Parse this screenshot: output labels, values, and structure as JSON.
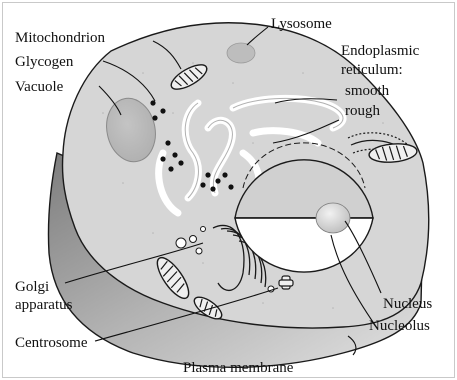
{
  "diagram": {
    "labels": {
      "mitochondrion": "Mitochondrion",
      "glycogen": "Glycogen",
      "vacuole": "Vacuole",
      "lysosome": "Lysosome",
      "er_line1": "Endoplasmic",
      "er_line2": "reticulum:",
      "er_smooth": "smooth",
      "er_rough": "rough",
      "golgi_line1": "Golgi",
      "golgi_line2": "apparatus",
      "centrosome": "Centrosome",
      "nucleus": "Nucleus",
      "nucleolus": "Nucleolus",
      "plasma_membrane": "Plasma membrane"
    },
    "colors": {
      "cytoplasm": "#d6d6d6",
      "cell_side": "#a8a8a8",
      "outline": "#1a1a1a",
      "er_white": "#ffffff",
      "label_text": "#111111"
    }
  }
}
